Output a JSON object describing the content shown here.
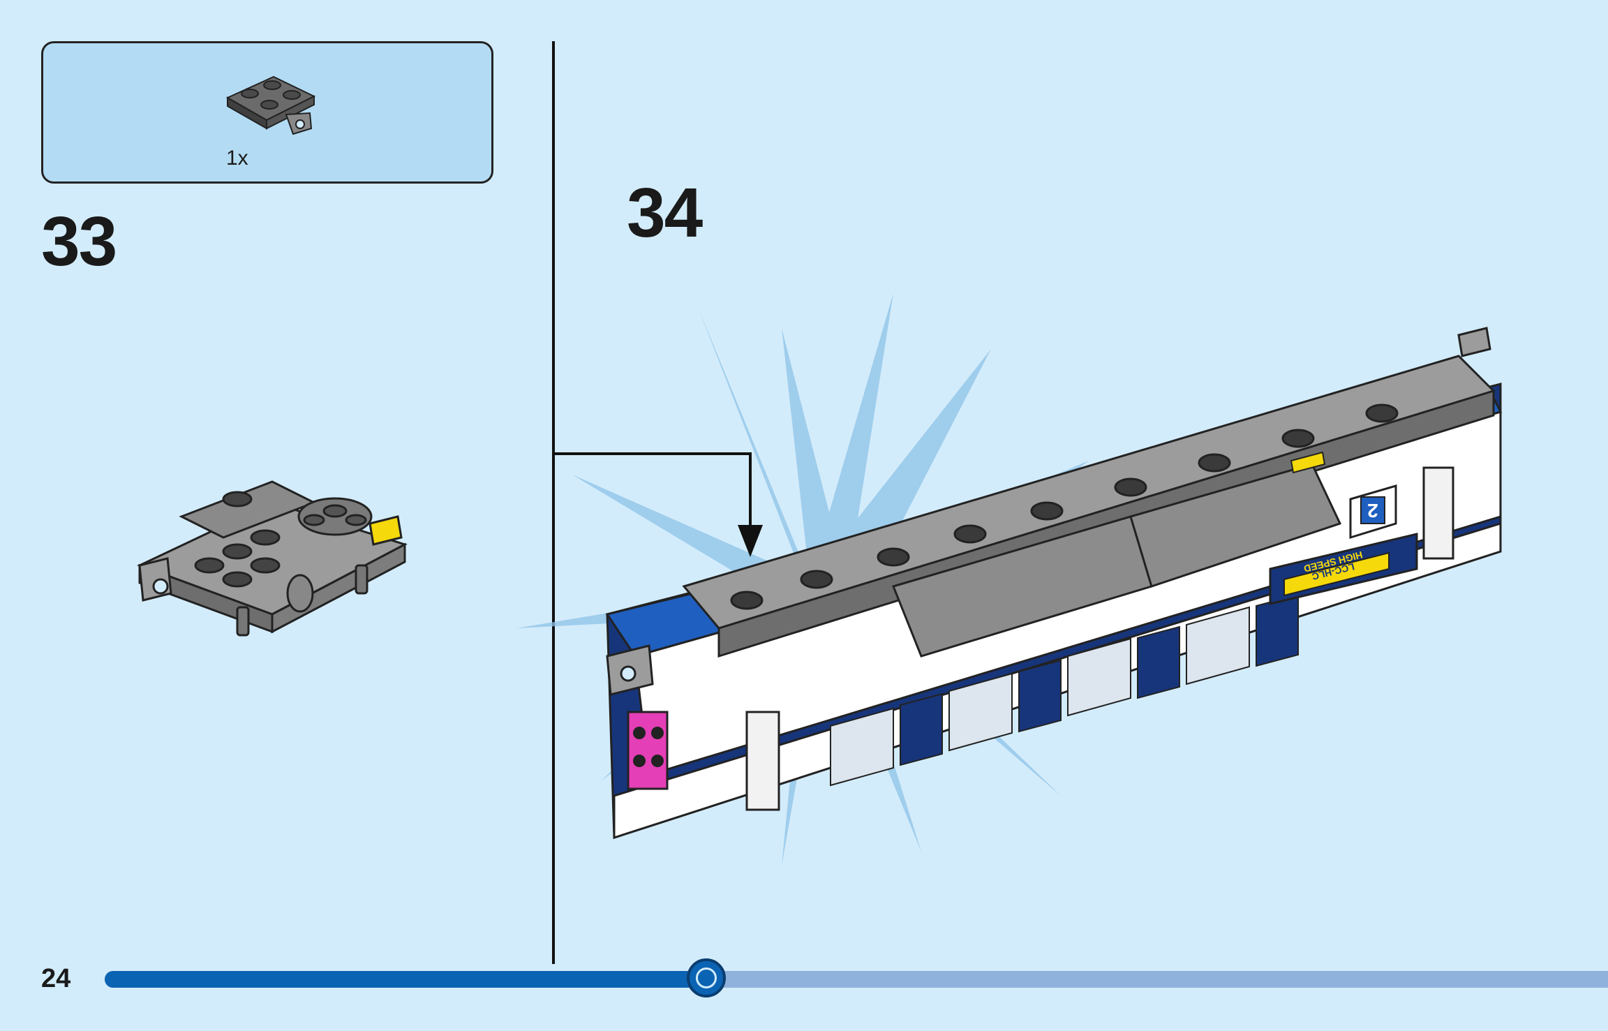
{
  "page": {
    "number": "24"
  },
  "parts_callout": {
    "quantity": "1x"
  },
  "steps": [
    {
      "number": "33"
    },
    {
      "number": "34"
    }
  ],
  "progress": {
    "fraction": 0.4
  },
  "train": {
    "car_number": "2",
    "logo_line1": "LCC-HLC",
    "logo_line2": "HIGH SPEED"
  },
  "colors": {
    "page_bg": "#d3ecfb",
    "callout_bg": "#b3dcf4",
    "progress_fill": "#0b63b3",
    "progress_track": "#8fb2dd",
    "train_blue": "#1f5fbf",
    "train_navy": "#17357a",
    "brick_grey": "#9c9c9c",
    "brick_dark": "#555555",
    "accent_yellow": "#f5d90a",
    "accent_pink": "#e43fb6"
  }
}
